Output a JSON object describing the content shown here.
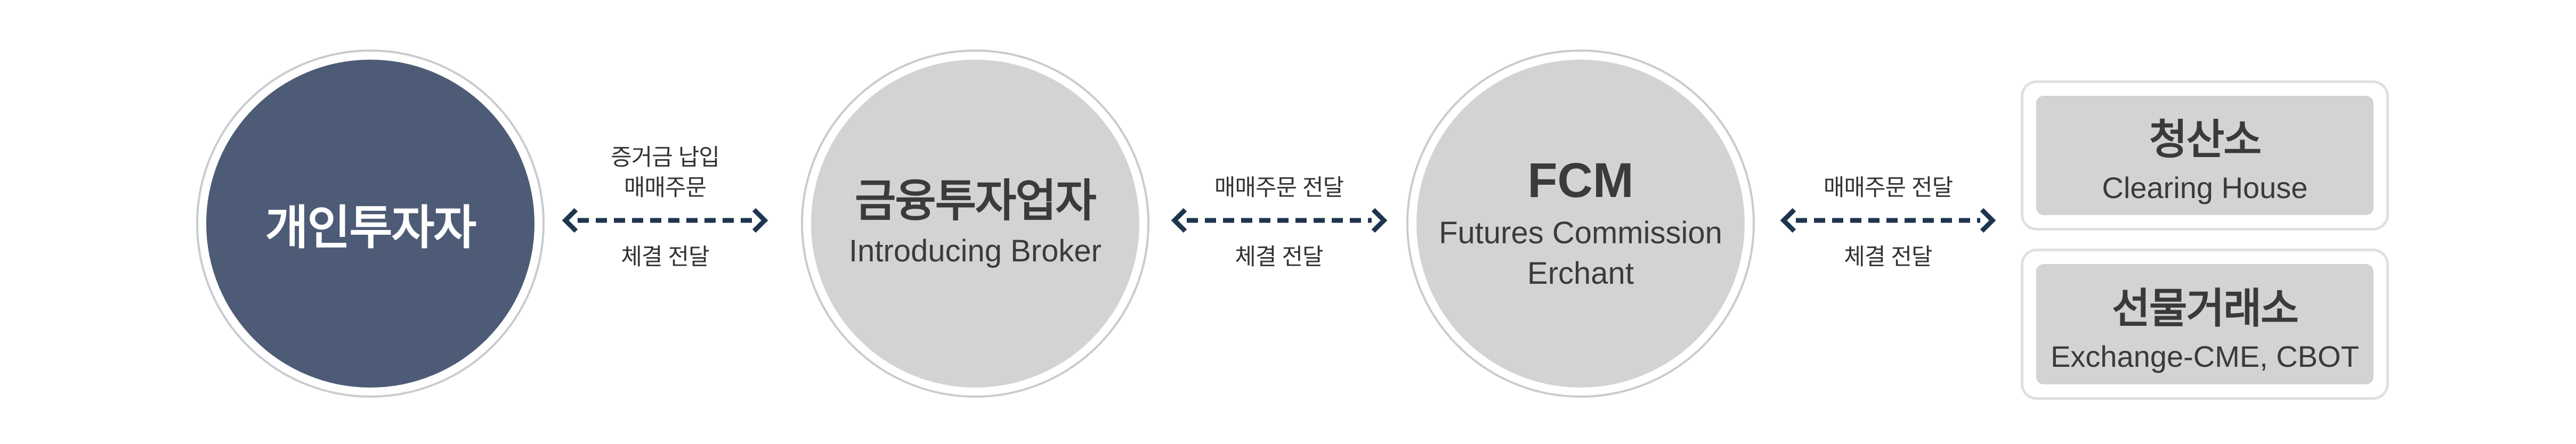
{
  "diagram": {
    "title": "futures-trading-order-flow",
    "colors": {
      "background": "#ffffff",
      "investor_fill": "#4d5b76",
      "node_fill": "#d2d3d5",
      "ring_stroke": "#c8ccd1",
      "arrow": "#1f344f",
      "node_text": "#3b3b3b",
      "label_text": "#333333",
      "box_border": "#dee0e2",
      "box_fill": "#d2d3d4"
    },
    "nodes": [
      {
        "id": "individual-investor",
        "shape": "circle",
        "label_ko": "개인투자자"
      },
      {
        "id": "introducing-broker",
        "shape": "circle",
        "label_ko": "금융투자업자",
        "label_en": "Introducing Broker"
      },
      {
        "id": "fcm",
        "shape": "circle",
        "label_ko": "FCM",
        "label_en_line1": "Futures Commission",
        "label_en_line2": "Erchant"
      },
      {
        "id": "clearing-house",
        "shape": "box",
        "label_ko": "청산소",
        "label_en": "Clearing House"
      },
      {
        "id": "futures-exchange",
        "shape": "box",
        "label_ko": "선물거래소",
        "label_en": "Exchange-CME, CBOT"
      }
    ],
    "connectors": [
      {
        "id": "investor-broker",
        "labels_above": [
          "증거금 납입",
          "매매주문"
        ],
        "label_below": "체결 전달"
      },
      {
        "id": "broker-fcm",
        "labels_above": [
          "매매주문 전달"
        ],
        "label_below": "체결 전달"
      },
      {
        "id": "fcm-exchange",
        "labels_above": [
          "매매주문 전달"
        ],
        "label_below": "체결 전달"
      }
    ]
  }
}
